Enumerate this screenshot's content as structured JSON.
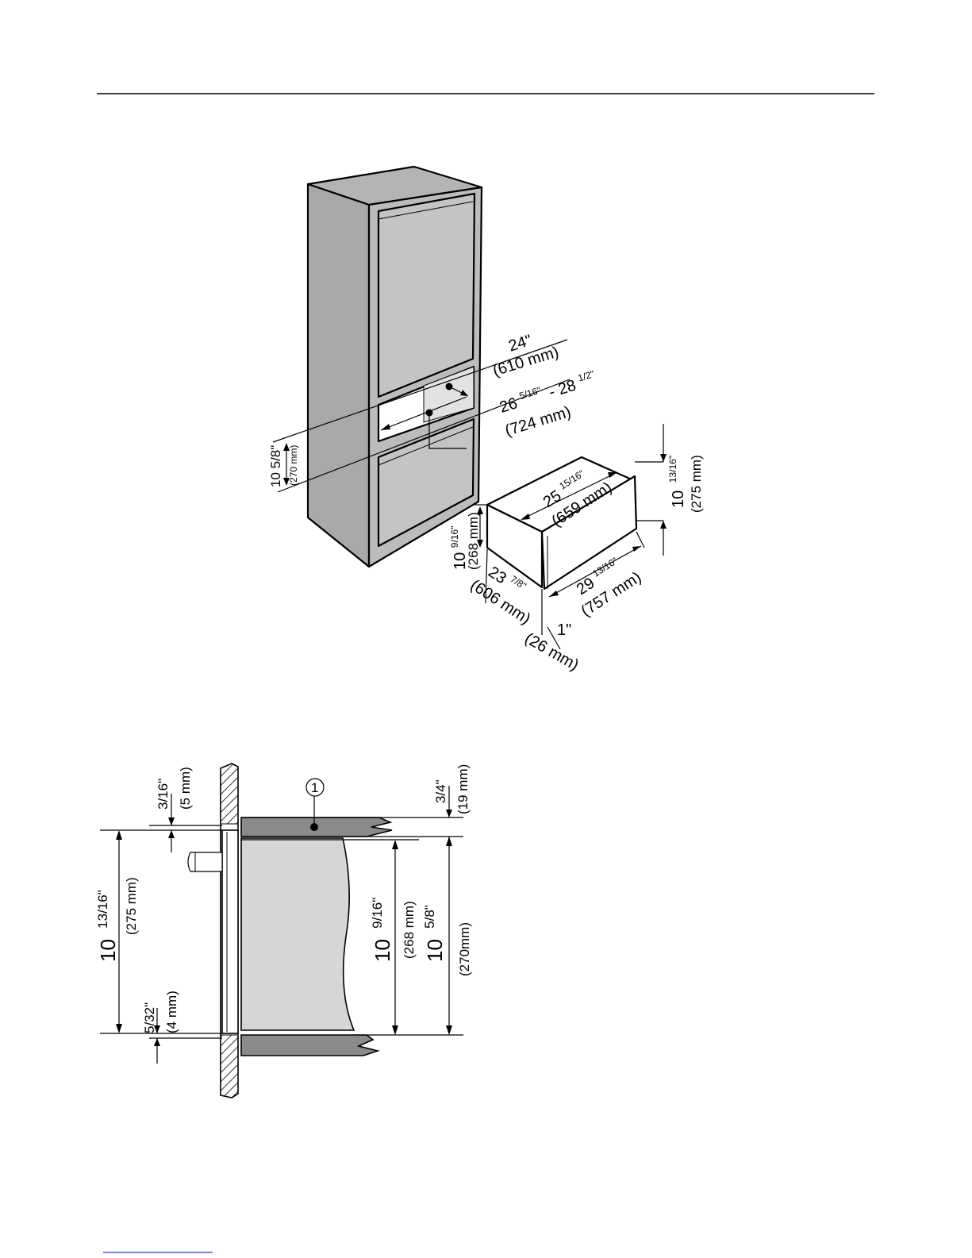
{
  "iso_view": {
    "niche_width_in": "24\"",
    "niche_width_mm": "(610 mm)",
    "niche_depth_range_a": "26",
    "niche_depth_range_a_frac": "5/16\"",
    "niche_depth_range_sep": "- 28",
    "niche_depth_range_b_frac": "1/2\"",
    "niche_depth_mm": "(724 mm)",
    "niche_height_in": "10 5/8\"",
    "niche_height_mm": "(270 mm)",
    "drawer_depth_in": "25",
    "drawer_depth_frac": "15/16\"",
    "drawer_depth_mm": "(659 mm)",
    "front_height_in": "10",
    "front_height_frac": "13/16\"",
    "front_height_mm": "(275 mm)",
    "box_height_in": "10",
    "box_height_frac": "9/16\"",
    "box_height_mm": "(268 mm)",
    "box_width_in": "23",
    "box_width_frac": "7/8\"",
    "box_width_mm": "(606 mm)",
    "front_width_in": "29",
    "front_width_frac": "13/16\"",
    "front_width_mm": "(757 mm)",
    "front_thickness_in": "1\"",
    "front_thickness_mm": "(26 mm)"
  },
  "section_view": {
    "callout_number": "1",
    "top_gap_in": "3/16\"",
    "top_gap_mm": "(5 mm)",
    "shelf_thickness_in": "3/4\"",
    "shelf_thickness_mm": "(19 mm)",
    "front_height_in": "10",
    "front_height_frac": "13/16\"",
    "front_height_mm": "(275 mm)",
    "bottom_gap_in": "5/32\"",
    "bottom_gap_mm": "(4 mm)",
    "box_height_in": "10",
    "box_height_frac": "9/16\"",
    "box_height_mm": "(268 mm)",
    "niche_height_in": "10",
    "niche_height_frac": "5/8\"",
    "niche_height_mm": "(270mm)"
  },
  "colors": {
    "panel_gray": "#bcbcbc",
    "light_gray": "#d6d6d6",
    "dark_gray": "#8a8a8a",
    "line": "#000000"
  }
}
